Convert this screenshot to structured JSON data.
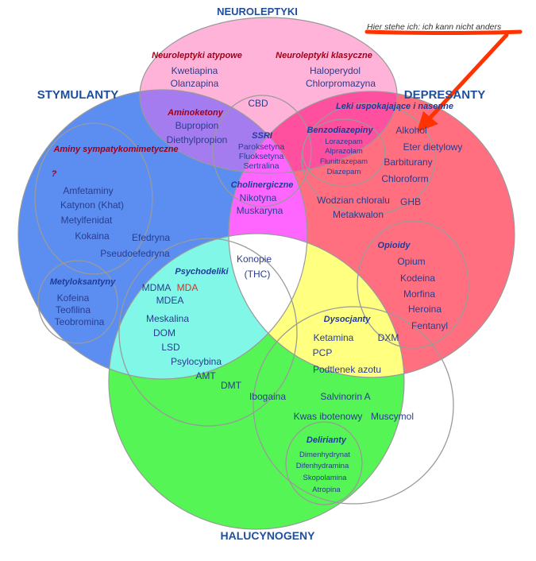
{
  "main_labels": {
    "neuroleptyki": "NEUROLEPTYKI",
    "stymulanty": "STYMULANTY",
    "depresanty": "DEPRESANTY",
    "halucynogeny": "HALUCYNOGENY"
  },
  "annotation": "Hier stehe ich: ich kann nicht anders",
  "groups": {
    "neuroleptyki_atypowe": "Neuroleptyki atypowe",
    "neuroleptyki_klasyczne": "Neuroleptyki klasyczne",
    "aminoketony": "Aminoketony",
    "leki_uspokajajace": "Leki uspokajające i nasenne",
    "benzodiazepiny": "Benzodiazepiny",
    "aminy": "Aminy sympatykomimetyczne",
    "question": "?",
    "ssri": "SSRI",
    "cholinergiczne": "Cholinergiczne",
    "metyloksantyny": "Metyloksantyny",
    "opioidy": "Opioidy",
    "psychodeliki": "Psychodeliki",
    "dysocjanty": "Dysocjanty",
    "delirianty": "Delirianty"
  },
  "items": {
    "kwetiapina": "Kwetiapina",
    "olanzapina": "Olanzapina",
    "haloperydol": "Haloperydol",
    "chlorpromazyna": "Chlorpromazyna",
    "cbd": "CBD",
    "bupropion": "Bupropion",
    "diethylpropion": "Diethylpropion",
    "paroksetyna": "Paroksetyna",
    "fluoksetyna": "Fluoksetyna",
    "sertralina": "Sertralina",
    "lorazepam": "Lorazepam",
    "alprazolam": "Alprazolam",
    "flunitrazepam": "Flunitrazepam",
    "diazepam": "Diazepam",
    "alkohol": "Alkohol",
    "eter": "Eter dietylowy",
    "barbiturany": "Barbiturany",
    "chloroform": "Chloroform",
    "wodzian": "Wodzian chloralu",
    "ghb": "GHB",
    "metakwalon": "Metakwalon",
    "amfetaminy": "Amfetaminy",
    "katynon": "Katynon (Khat)",
    "metylfenidat": "Metylfenidat",
    "kokaina": "Kokaina",
    "efedryna": "Efedryna",
    "pseudoefedryna": "Pseudoefedryna",
    "nikotyna": "Nikotyna",
    "muskaryna": "Muskaryna",
    "kofeina": "Kofeina",
    "teofilina": "Teofilina",
    "teobromina": "Teobromina",
    "konopie": "Konopie",
    "thc": "(THC)",
    "opium": "Opium",
    "kodeina": "Kodeina",
    "morfina": "Morfina",
    "heroina": "Heroina",
    "fentanyl": "Fentanyl",
    "mdma": "MDMA",
    "mda": "MDA",
    "mdea": "MDEA",
    "meskalina": "Meskalina",
    "dom": "DOM",
    "lsd": "LSD",
    "psylocybina": "Psylocybina",
    "amt": "AMT",
    "dmt": "DMT",
    "ibogaina": "Ibogaina",
    "ketamina": "Ketamina",
    "pcp": "PCP",
    "podtlenek": "Podtlenek azotu",
    "dxm": "DXM",
    "salvinorin": "Salvinorin A",
    "kwas": "Kwas ibotenowy",
    "muscymol": "Muscymol",
    "dimenhydrynat": "Dimenhydrynat",
    "difenhydramina": "Difenhydramina",
    "skopolamina": "Skopolamina",
    "atropina": "Atropina"
  },
  "colors": {
    "neuroleptyki": "#ffb3d9",
    "stymulanty": "#5b8ef0",
    "depresanty": "#ff6f7f",
    "halucynogeny": "#55f555",
    "stym_neuro": "#a57cf0",
    "depr_neuro": "#ff4f9f",
    "stym_depr": "#ff66ff",
    "stym_halu": "#80f7e7",
    "depr_halu": "#ffff80",
    "center": "#ffffff",
    "arrow": "#ff3300",
    "caption": "#1f4e9c",
    "group_red": "#a0001a",
    "group_blue": "#1f3c9c",
    "mda": "#c0392b"
  }
}
